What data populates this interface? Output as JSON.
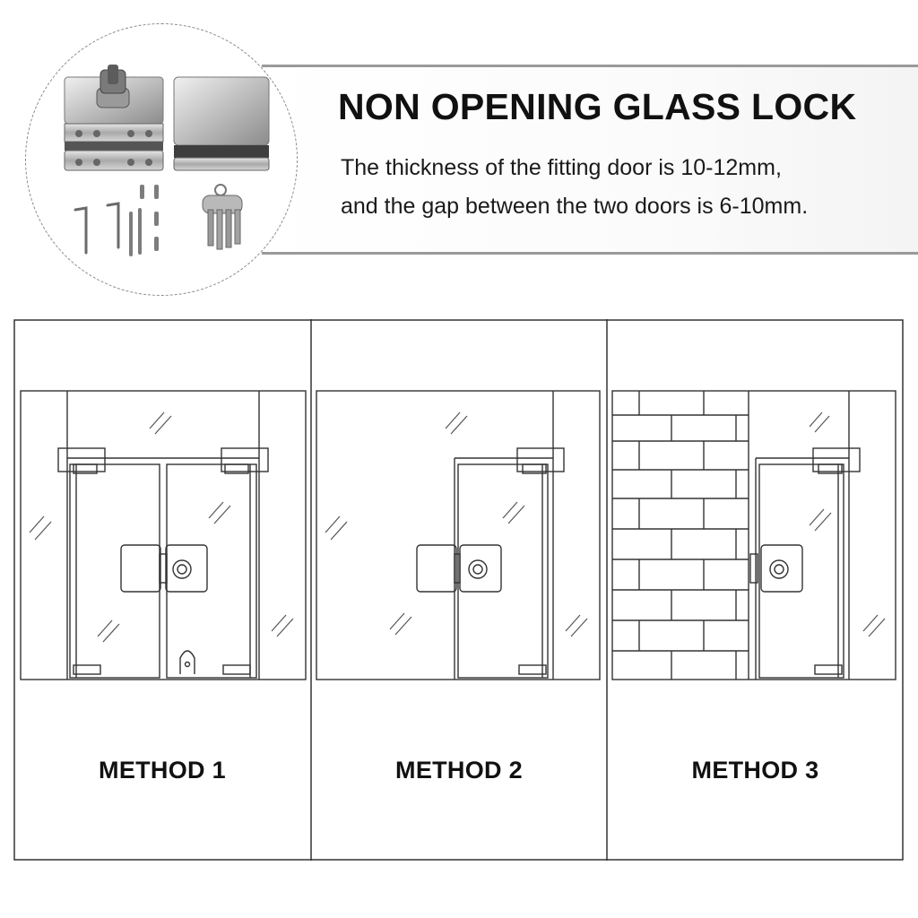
{
  "header": {
    "title": "NON OPENING GLASS LOCK",
    "description_line1": "The thickness of the fitting door is 10-12mm,",
    "description_line2": "and the gap between the two doors is 6-10mm."
  },
  "product": {
    "items": [
      "lock-body",
      "lock-strike",
      "hex-keys",
      "screws",
      "keys"
    ]
  },
  "methods": [
    {
      "label": "METHOD 1"
    },
    {
      "label": "METHOD 2"
    },
    {
      "label": "METHOD 3"
    }
  ],
  "colors": {
    "line": "#333333",
    "divider": "#9a9a9a",
    "metal": "#b8b8b8"
  }
}
